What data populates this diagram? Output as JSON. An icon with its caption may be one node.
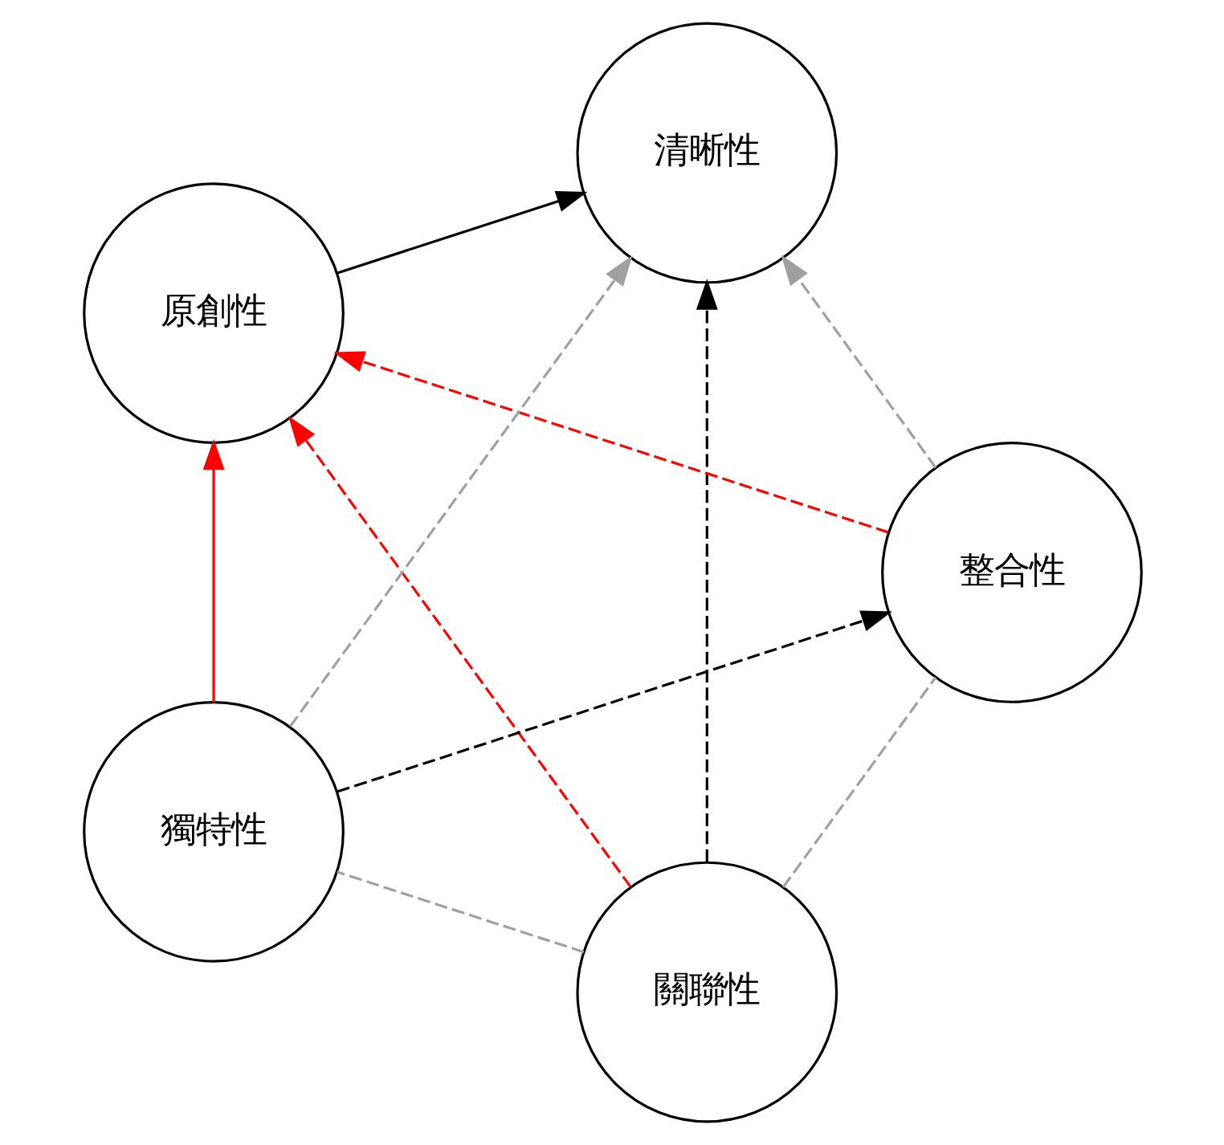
{
  "diagram": {
    "nodes": [
      {
        "text": [
          "關聯性"
        ]
      },
      {
        "text": [
          "整合性"
        ]
      },
      {
        "text": [
          "原創性"
        ]
      },
      {
        "text": [
          "清晰性"
        ]
      },
      {
        "text": [
          "獨特性"
        ]
      }
    ],
    "edges": [
      {
        "from": 0,
        "to": 1,
        "arrow": "none",
        "style": "dashed",
        "color": "#a0a0a0"
      },
      {
        "from": 0,
        "to": 2,
        "arrow": "to",
        "style": "dashed",
        "color": "#ff0000"
      },
      {
        "from": 0,
        "to": 3,
        "arrow": "to",
        "style": "dashed",
        "color": "#000000"
      },
      {
        "from": 0,
        "to": 4,
        "arrow": "none",
        "style": "dashed",
        "color": "#a0a0a0"
      },
      {
        "from": 1,
        "to": 2,
        "arrow": "to",
        "style": "dashed",
        "color": "#ff0000"
      },
      {
        "from": 1,
        "to": 3,
        "arrow": "to",
        "style": "dashed",
        "color": "#a0a0a0"
      },
      {
        "from": 2,
        "to": 3,
        "arrow": "to",
        "color": "#000000"
      },
      {
        "from": 4,
        "to": 1,
        "arrow": "to",
        "style": "dashed",
        "color": "#000000"
      },
      {
        "from": 4,
        "to": 2,
        "arrow": "to",
        "color": "#ff0000"
      },
      {
        "from": 4,
        "to": 3,
        "arrow": "to",
        "style": "dashed",
        "color": "#a0a0a0"
      }
    ]
  }
}
